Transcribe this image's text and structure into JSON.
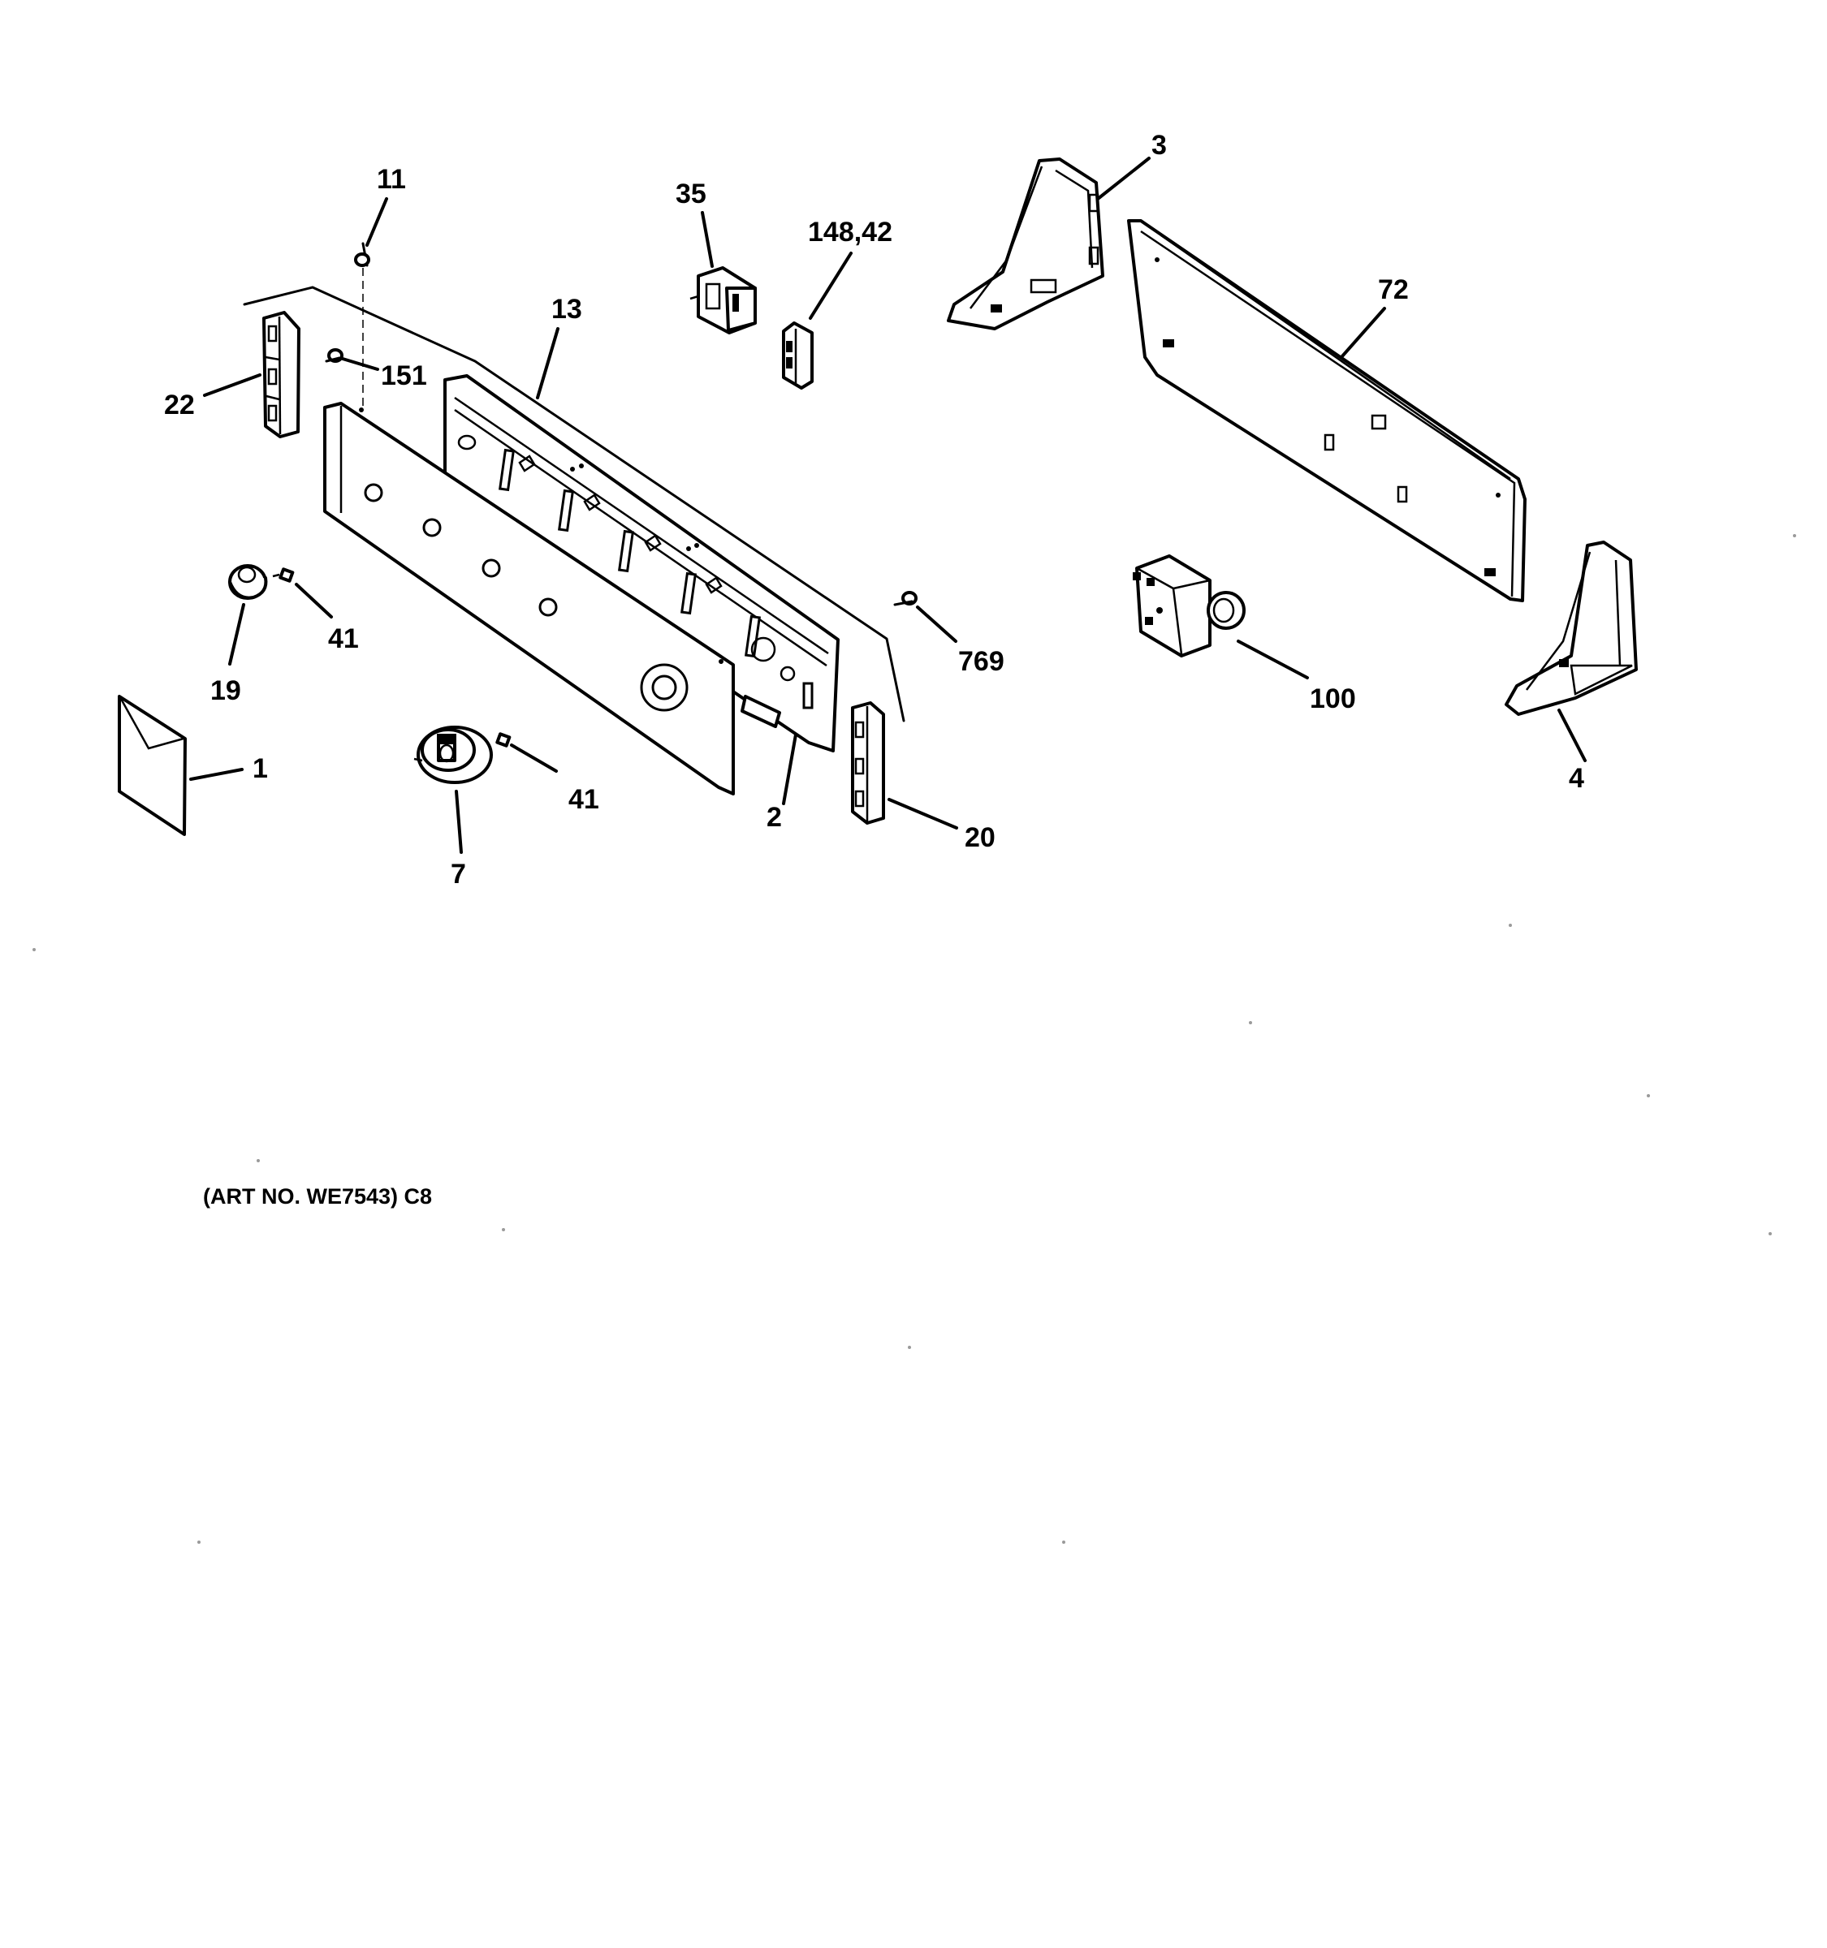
{
  "diagram": {
    "art_number": "(ART NO. WE7543) C8",
    "callouts": {
      "c1": "1",
      "c2": "2",
      "c3": "3",
      "c4": "4",
      "c7": "7",
      "c11": "11",
      "c13": "13",
      "c19": "19",
      "c20": "20",
      "c22": "22",
      "c35": "35",
      "c41a": "41",
      "c41b": "41",
      "c72": "72",
      "c100": "100",
      "c148": "148,42",
      "c151": "151",
      "c769": "769"
    }
  }
}
